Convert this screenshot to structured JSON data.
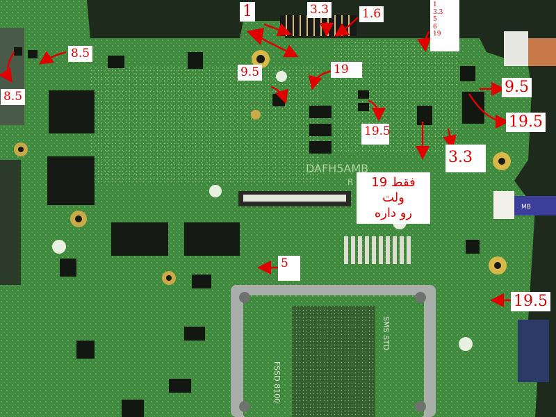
{
  "labels": {
    "top_1": "1",
    "top_3v3": "3.3",
    "top_1v6": "1.6",
    "rails_list": "1\n3.3\n5\n6\n19",
    "left_8v5_a": "8.5",
    "left_8v5_b": "8.5",
    "left_9v5": "9.5",
    "mid_19": "19",
    "mid_19v5": "19.5",
    "right_9v5": "9.5",
    "right_19v5": "19.5",
    "right_3v3": "3.3",
    "mid_5": "5",
    "bottom_right_19v5": "19.5",
    "note_line1": "فقط 19 ولت",
    "note_line2": "رو داره"
  },
  "board": {
    "silkscreen": "DAFH5AMB",
    "silkscreen_sub": "R",
    "heatsink_mark": "FSSD 8100",
    "side_mark": "SMS STD",
    "connector_mark": "MB"
  },
  "colors": {
    "pcb": "#3f8a3c",
    "label_text": "#d40000",
    "label_bg": "#ffffff",
    "arrow": "#e00000"
  }
}
